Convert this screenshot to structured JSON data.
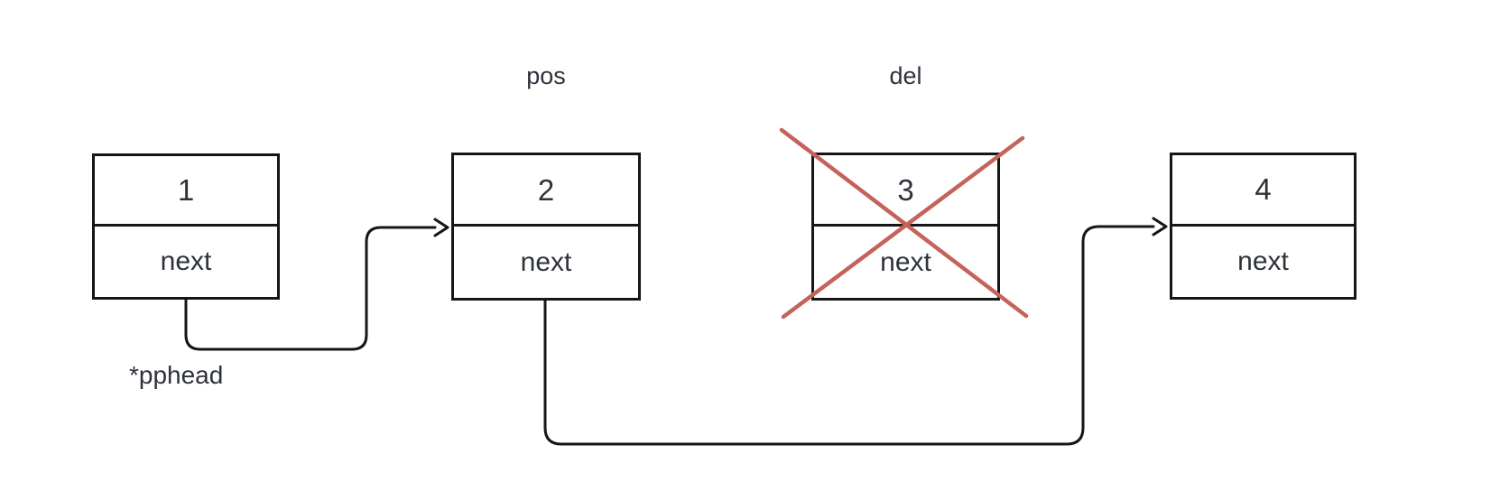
{
  "diagram": {
    "description": "singly linked list deletion diagram",
    "labels": {
      "pos": "pos",
      "del": "del",
      "pphead": "*pphead"
    },
    "nodes": [
      {
        "value": "1",
        "pointer_field": "next"
      },
      {
        "value": "2",
        "pointer_field": "next"
      },
      {
        "value": "3",
        "pointer_field": "next"
      },
      {
        "value": "4",
        "pointer_field": "next"
      }
    ],
    "colors": {
      "line": "#161616",
      "text": "#2e323a",
      "cross": "#c5635b",
      "background": "#ffffff"
    }
  }
}
